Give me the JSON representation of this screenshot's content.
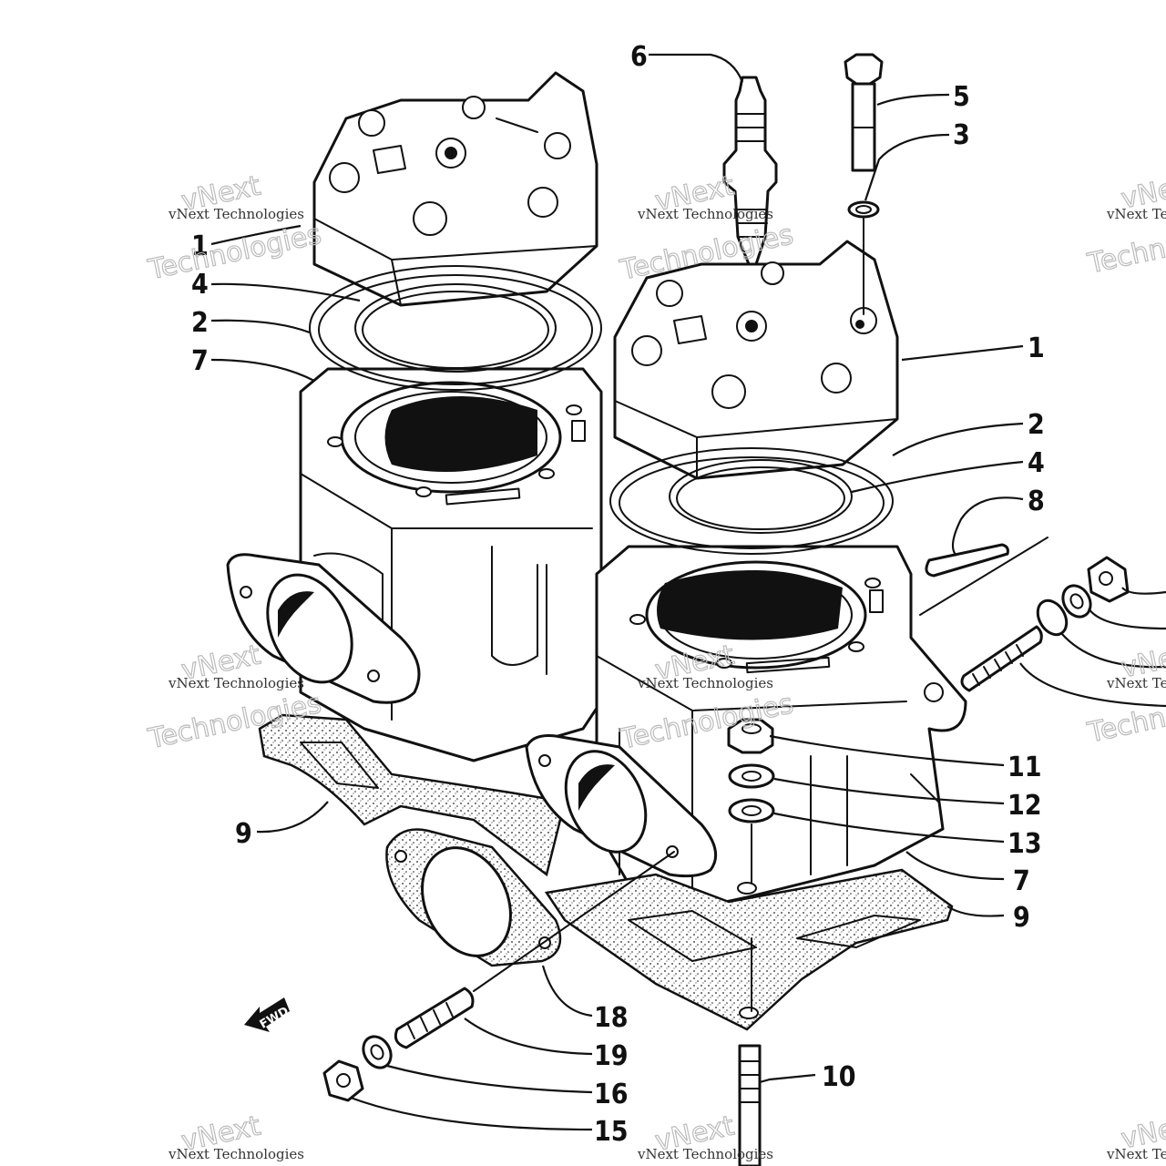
{
  "callouts": [
    {
      "id": "c1a",
      "label": "1"
    },
    {
      "id": "c4a",
      "label": "4"
    },
    {
      "id": "c2a",
      "label": "2"
    },
    {
      "id": "c7a",
      "label": "7"
    },
    {
      "id": "c6",
      "label": "6"
    },
    {
      "id": "c5",
      "label": "5"
    },
    {
      "id": "c3",
      "label": "3"
    },
    {
      "id": "c1b",
      "label": "1"
    },
    {
      "id": "c2b",
      "label": "2"
    },
    {
      "id": "c4b",
      "label": "4"
    },
    {
      "id": "c8",
      "label": "8"
    },
    {
      "id": "c11",
      "label": "11"
    },
    {
      "id": "c12",
      "label": "12"
    },
    {
      "id": "c13",
      "label": "13"
    },
    {
      "id": "c7b",
      "label": "7"
    },
    {
      "id": "c9b",
      "label": "9"
    },
    {
      "id": "c9a",
      "label": "9"
    },
    {
      "id": "c18",
      "label": "18"
    },
    {
      "id": "c19",
      "label": "19"
    },
    {
      "id": "c16",
      "label": "16"
    },
    {
      "id": "c15",
      "label": "15"
    },
    {
      "id": "c10",
      "label": "10"
    }
  ],
  "fwd_arrow": {
    "label": "FWD"
  },
  "watermark": {
    "line1": "vNext Technologies",
    "line2": "vNext",
    "line3": "Technologies"
  },
  "colors": {
    "ink": "#111111",
    "paper": "#ffffff"
  }
}
